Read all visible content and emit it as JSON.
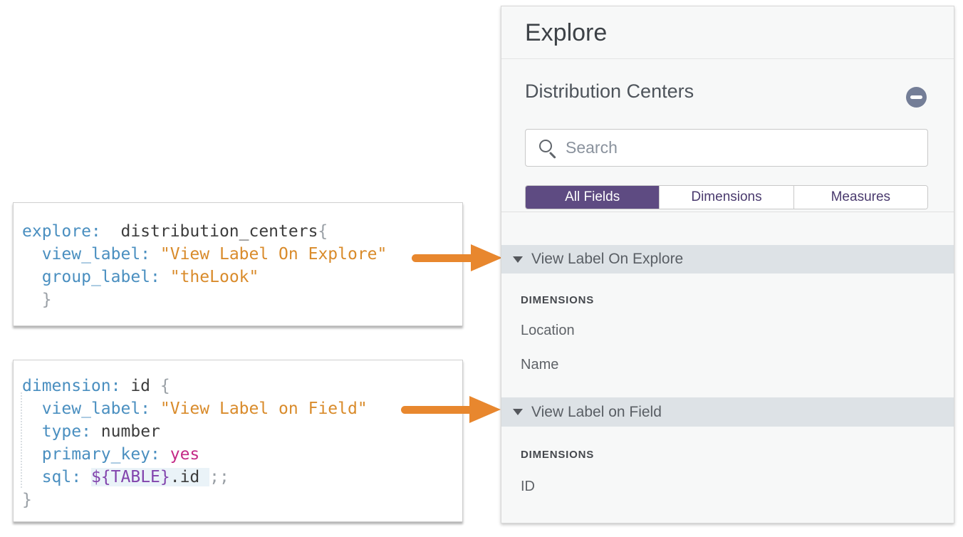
{
  "colors": {
    "accent_purple": "#5e4b82",
    "tab_text_purple": "#4a3a6e",
    "arrow_orange": "#e8872e",
    "group_header_bg": "#dde2e6",
    "panel_bg": "#f7f8f8",
    "code_keyword": "#4a8fc0",
    "code_string": "#d98b2b",
    "code_constant": "#c42b87",
    "code_variable": "#8244ad",
    "minus_icon_bg": "#747e97"
  },
  "panel": {
    "title": "Explore",
    "explore_name": "Distribution Centers",
    "search": {
      "placeholder": "Search"
    },
    "tabs": [
      {
        "label": "All Fields",
        "selected": true
      },
      {
        "label": "Dimensions",
        "selected": false
      },
      {
        "label": "Measures",
        "selected": false
      }
    ],
    "groups": [
      {
        "label": "View Label On Explore",
        "section_header": "DIMENSIONS",
        "fields": [
          "Location",
          "Name"
        ],
        "expanded": true
      },
      {
        "label": "View Label on Field",
        "section_header": "DIMENSIONS",
        "fields": [
          "ID"
        ],
        "expanded": true
      }
    ]
  },
  "code_blocks": [
    {
      "name": "explore-snippet",
      "lines": [
        [
          {
            "t": "kw",
            "v": "explore:"
          },
          {
            "t": "plain",
            "v": "  distribution_centers"
          },
          {
            "t": "brace",
            "v": "{"
          }
        ],
        [
          {
            "t": "plain",
            "v": "  "
          },
          {
            "t": "kw",
            "v": "view_label:"
          },
          {
            "t": "plain",
            "v": " "
          },
          {
            "t": "str",
            "v": "\"View Label On Explore\""
          }
        ],
        [
          {
            "t": "plain",
            "v": "  "
          },
          {
            "t": "kw",
            "v": "group_label:"
          },
          {
            "t": "plain",
            "v": " "
          },
          {
            "t": "str",
            "v": "\"theLook\""
          }
        ],
        [
          {
            "t": "brace",
            "v": "  }"
          }
        ]
      ]
    },
    {
      "name": "dimension-snippet",
      "lines": [
        [
          {
            "t": "kw",
            "v": "dimension:"
          },
          {
            "t": "plain",
            "v": " id "
          },
          {
            "t": "brace",
            "v": "{"
          }
        ],
        [
          {
            "t": "plain",
            "v": "  "
          },
          {
            "t": "kw",
            "v": "view_label:"
          },
          {
            "t": "plain",
            "v": " "
          },
          {
            "t": "str",
            "v": "\"View Label on Field\""
          }
        ],
        [
          {
            "t": "plain",
            "v": "  "
          },
          {
            "t": "kw",
            "v": "type:"
          },
          {
            "t": "plain",
            "v": " number"
          }
        ],
        [
          {
            "t": "plain",
            "v": "  "
          },
          {
            "t": "kw",
            "v": "primary_key:"
          },
          {
            "t": "plain",
            "v": " "
          },
          {
            "t": "const",
            "v": "yes"
          }
        ],
        [
          {
            "t": "plain",
            "v": "  "
          },
          {
            "t": "kw",
            "v": "sql:"
          },
          {
            "t": "plain",
            "v": " "
          },
          {
            "t": "hl-var",
            "v": "${TABLE}"
          },
          {
            "t": "hl-plain",
            "v": ".id "
          },
          {
            "t": "brace",
            "v": ";;"
          }
        ],
        [
          {
            "t": "brace",
            "v": "}"
          }
        ]
      ]
    }
  ]
}
